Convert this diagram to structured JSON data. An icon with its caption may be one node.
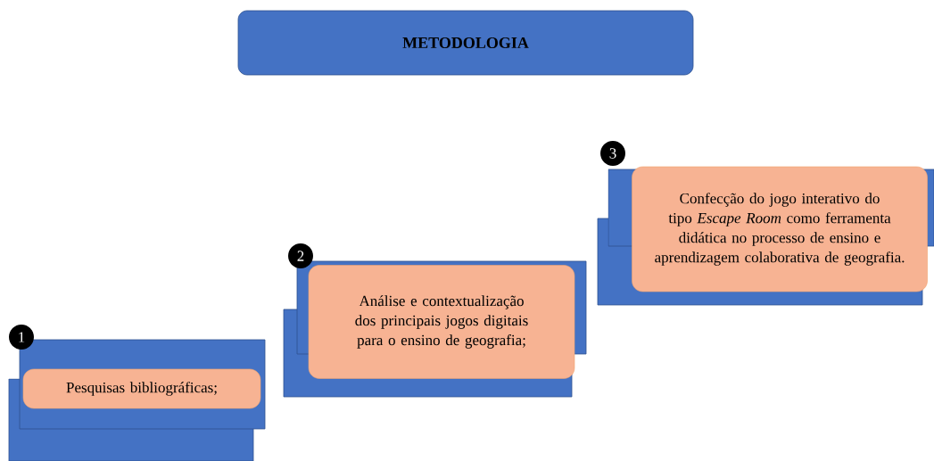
{
  "diagram": {
    "nodes": [
      {
        "text": [
          "METODOLOGIA"
        ]
      },
      {
        "text": [
          "1"
        ]
      },
      {
        "text": [
          "Pesquisas bibliográficas;"
        ]
      },
      {
        "text": [
          "2"
        ]
      },
      {
        "text": [
          "Análise e contextualização dos principais jogos digitais para o ensino de geografia;"
        ]
      },
      {
        "text": [
          "3"
        ]
      },
      {
        "text": [
          "Confecção do jogo interativo do tipo *Escape Room* como ferramenta didática no processo de ensino e aprendizagem colaborativa de geografia."
        ]
      }
    ],
    "edges": []
  }
}
